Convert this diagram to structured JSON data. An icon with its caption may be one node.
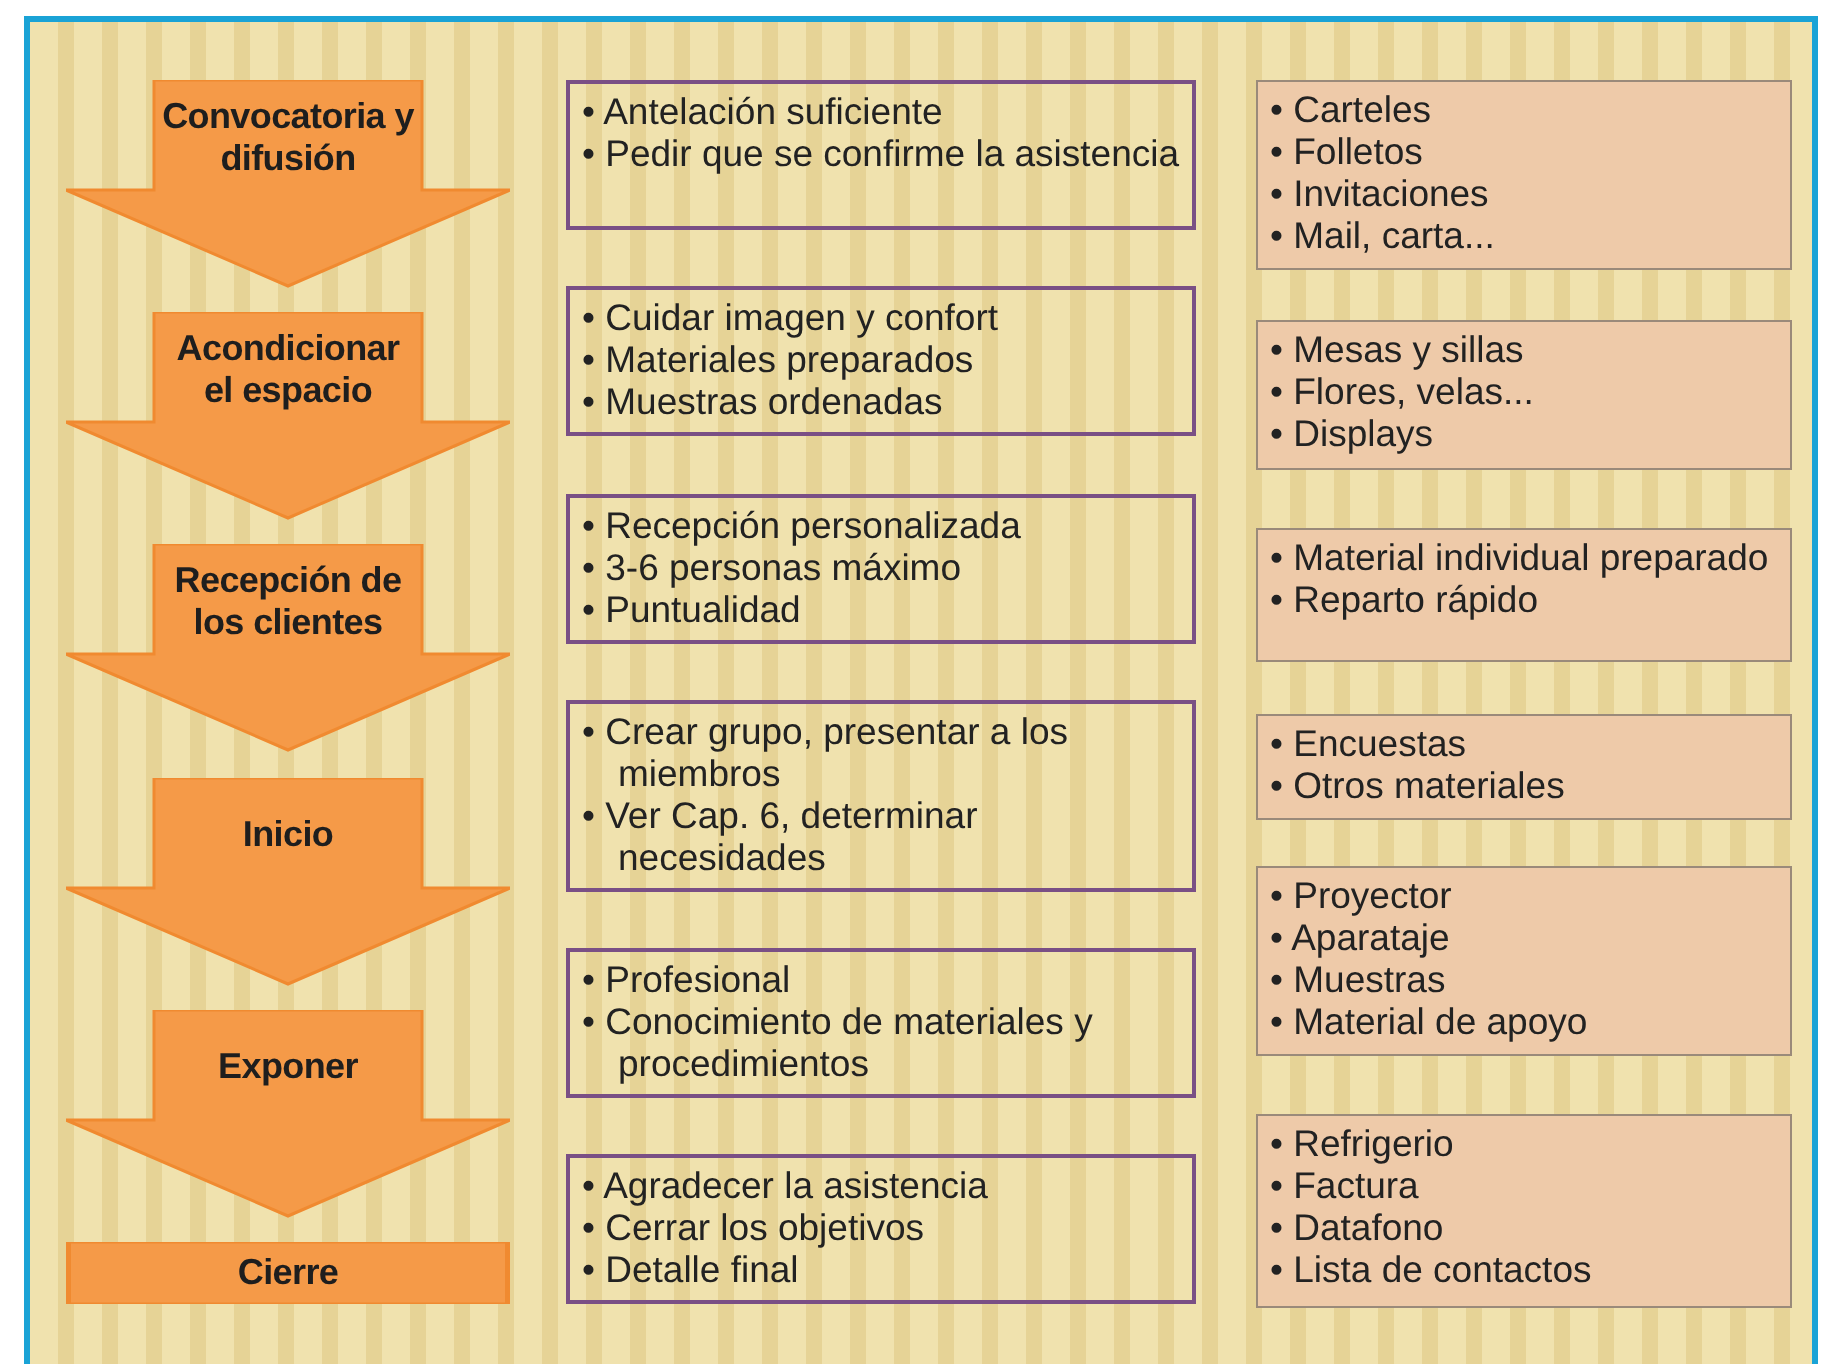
{
  "diagram": {
    "nodes": [
      {
        "text": [
          "Convocatoria y difusión"
        ]
      },
      {
        "text": [
          "• Antelación suficiente",
          "• Pedir que se confirme la asistencia"
        ]
      },
      {
        "text": [
          "• Carteles",
          "• Folletos",
          "• Invitaciones",
          "• Mail, carta..."
        ]
      },
      {
        "text": [
          "Acondicionar el espacio"
        ]
      },
      {
        "text": [
          "• Cuidar imagen y confort",
          "• Materiales preparados",
          "• Muestras ordenadas"
        ]
      },
      {
        "text": [
          "• Mesas y sillas",
          "• Flores, velas...",
          "• Displays"
        ]
      },
      {
        "text": [
          "Recepción de los clientes"
        ]
      },
      {
        "text": [
          "• Recepción personalizada",
          "• 3-6 personas máximo",
          "• Puntualidad"
        ]
      },
      {
        "text": [
          "• Material individual preparado",
          "• Reparto rápido"
        ]
      },
      {
        "text": [
          "Inicio"
        ]
      },
      {
        "text": [
          "• Crear grupo, presentar a los miembros",
          "• Ver Cap. 6, determinar necesidades"
        ]
      },
      {
        "text": [
          "• Encuestas",
          "• Otros materiales"
        ]
      },
      {
        "text": [
          "Exponer"
        ]
      },
      {
        "text": [
          "• Profesional",
          "• Conocimiento de materiales y procedimientos"
        ]
      },
      {
        "text": [
          "• Proyector",
          "• Aparataje",
          "• Muestras",
          "• Material de apoyo"
        ]
      },
      {
        "text": [
          "Cierre"
        ]
      },
      {
        "text": [
          "• Agradecer la asistencia",
          "• Cerrar los objetivos",
          "• Detalle final"
        ]
      },
      {
        "text": [
          "• Refrigerio",
          "• Factura",
          "• Datafono",
          "• Lista de contactos"
        ]
      }
    ],
    "edges": []
  }
}
